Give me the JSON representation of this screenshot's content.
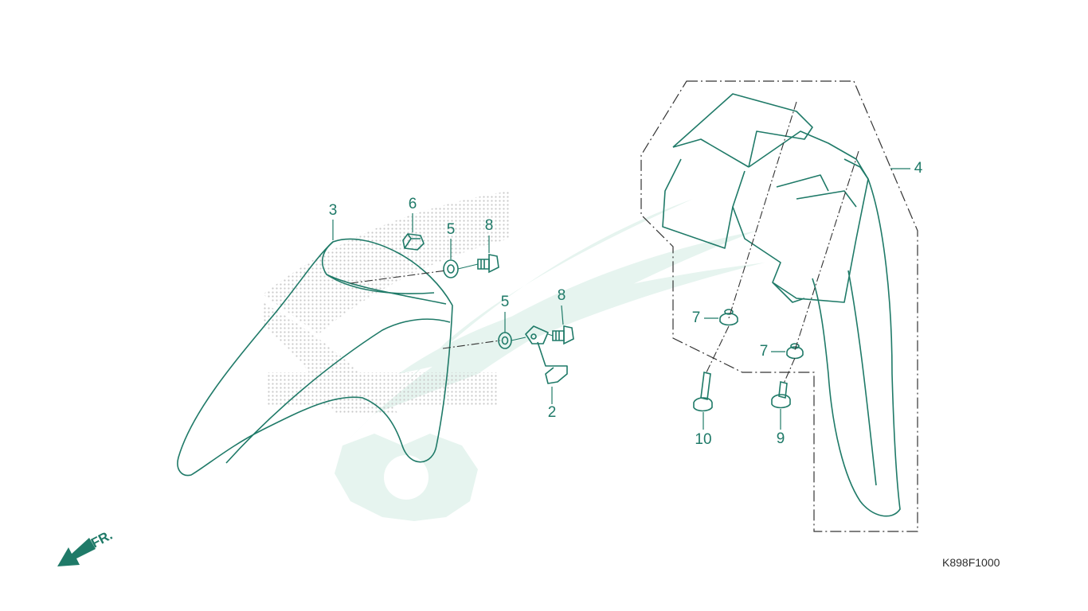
{
  "colors": {
    "line": "#1f7a68",
    "watermark": "#e3f3ee",
    "watermark_dots": "#c4c4c4",
    "text": "#1f7a68"
  },
  "labels": {
    "part_2": "2",
    "part_3": "3",
    "part_4": "4",
    "part_5a": "5",
    "part_5b": "5",
    "part_6": "6",
    "part_7a": "7",
    "part_7b": "7",
    "part_8a": "8",
    "part_8b": "8",
    "part_9": "9",
    "part_10": "10"
  },
  "front_marker": "FR.",
  "diagram_code": "K898F1000",
  "icons": {
    "front_direction": "arrow-down-left-icon",
    "watermark": "honda-wing-logo"
  }
}
